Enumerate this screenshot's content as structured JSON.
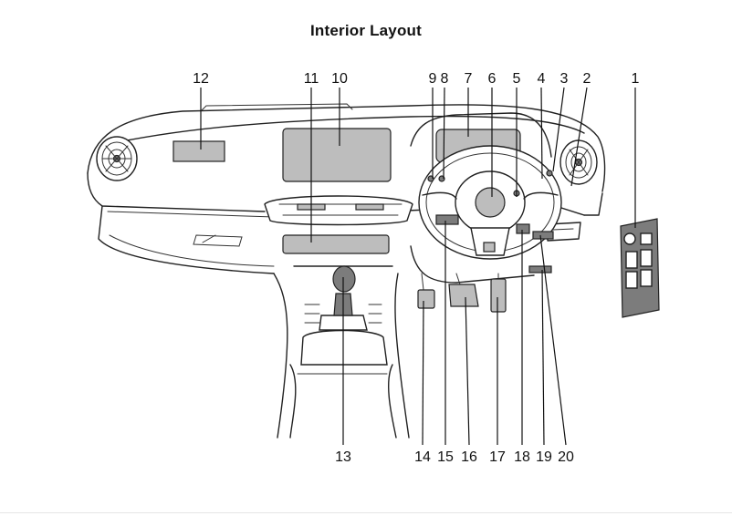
{
  "title": "Interior Layout",
  "callouts": [
    {
      "id": "1",
      "label": "1"
    },
    {
      "id": "2",
      "label": "2"
    },
    {
      "id": "3",
      "label": "3"
    },
    {
      "id": "4",
      "label": "4"
    },
    {
      "id": "5",
      "label": "5"
    },
    {
      "id": "6",
      "label": "6"
    },
    {
      "id": "7",
      "label": "7"
    },
    {
      "id": "8",
      "label": "8"
    },
    {
      "id": "9",
      "label": "9"
    },
    {
      "id": "10",
      "label": "10"
    },
    {
      "id": "11",
      "label": "11"
    },
    {
      "id": "12",
      "label": "12"
    },
    {
      "id": "13",
      "label": "13"
    },
    {
      "id": "14",
      "label": "14"
    },
    {
      "id": "15",
      "label": "15"
    },
    {
      "id": "16",
      "label": "16"
    },
    {
      "id": "17",
      "label": "17"
    },
    {
      "id": "18",
      "label": "18"
    },
    {
      "id": "19",
      "label": "19"
    },
    {
      "id": "20",
      "label": "20"
    }
  ]
}
